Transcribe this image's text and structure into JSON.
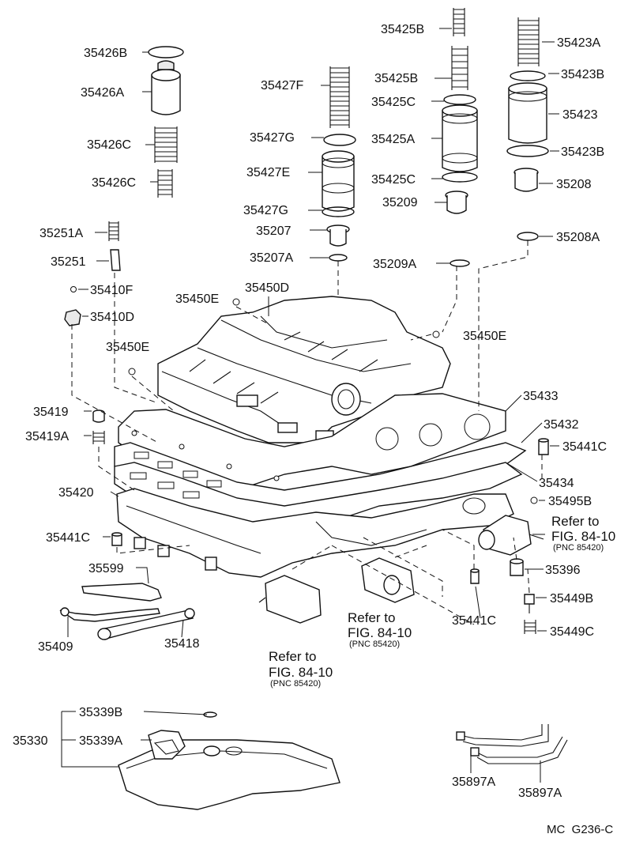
{
  "diagram": {
    "labels": [
      "35426B",
      "35426A",
      "35426C",
      "35426C",
      "35427F",
      "35427G",
      "35427E",
      "35427G",
      "35207",
      "35207A",
      "35425B",
      "35425B",
      "35425C",
      "35425A",
      "35425C",
      "35209",
      "35209A",
      "35423A",
      "35423B",
      "35423",
      "35423B",
      "35208",
      "35208A",
      "35251A",
      "35251",
      "35410F",
      "35410D",
      "35450E",
      "35450D",
      "35450E",
      "35450E",
      "35419",
      "35419A",
      "35420",
      "35441C",
      "35433",
      "35432",
      "35441C",
      "35434",
      "35495B",
      "35599",
      "35409",
      "35418",
      "35396",
      "35441C",
      "35449B",
      "35449C",
      "35339B",
      "35330",
      "35339A",
      "35897A",
      "35897A"
    ],
    "refs": [
      {
        "line1": "Refer to",
        "line2": "FIG. 84-10",
        "line3": "(PNC 85420)"
      },
      {
        "line1": "Refer to",
        "line2": "FIG. 84-10",
        "line3": "(PNC 85420)"
      },
      {
        "line1": "Refer to",
        "line2": "FIG. 84-10",
        "line3": "(PNC 85420)"
      }
    ],
    "drawing_code": "MC  G236-C"
  }
}
